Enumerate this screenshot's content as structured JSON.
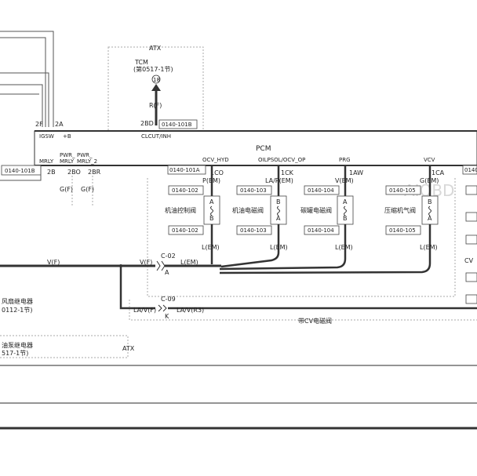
{
  "texts": {
    "atx_top": "ATX",
    "tcm": "TCM",
    "tcm_ref": "(第0517-1节)",
    "tcm_pin": "18",
    "rf": "R(F)",
    "pin_2bd": "2BD",
    "conn_tcm": "0140-101B",
    "clcut": "CLCUT/INH",
    "pin_2f": "2F",
    "pin_2a": "2A",
    "igsw": "IGSW",
    "plusb": "+B",
    "pcm": "PCM",
    "mrly": "MRLY",
    "pwr_mrly": "PWR_\nMRLY",
    "pwr_mrly2": "PWR_\nMRLY_2",
    "conn_left": "0140-101B",
    "pin_2b": "2B",
    "pin_2bo": "2BO",
    "pin_2br": "2BR",
    "gf1": "G(F)",
    "gf2": "G(F)",
    "conn_101a": "0140-101A",
    "ocv_hyd": "OCV_HYD",
    "oilpsol": "OILPSOL/OCV_OP",
    "prg": "PRG",
    "vcv": "VCV",
    "conn_right_partial": "0140",
    "pin_1co": "1CO",
    "pin_1ck": "1CK",
    "pin_1aw": "1AW",
    "pin_1ca": "1CA",
    "pem": "P(EM)",
    "lapem": "LA/P(EM)",
    "vem": "V(EM)",
    "gem": "G(EM)",
    "conn_102": "0140-102",
    "conn_103": "0140-103",
    "conn_104": "0140-104",
    "conn_105": "0140-105",
    "valve1": "机油控制阀",
    "valve2": "机油电磁阀",
    "valve3": "碳罐电磁阀",
    "valve4": "压缩机气阀",
    "pin_a": "A",
    "pin_b": "B",
    "lem": "L(EM)",
    "vf": "V(F)",
    "c02": "C-02",
    "lavf": "LA/V(F)",
    "c09": "C-09",
    "k": "K",
    "lavr3": "LA/V(R3)",
    "cv_note": "带CV电磁阀",
    "fan_relay": "风扇继电器",
    "fan_ref": "0112-1节)",
    "pump_relay": "油泵继电器",
    "pump_ref": "517-1节)",
    "atx_bottom": "ATX",
    "cv_partial": "CV",
    "watermark": "AIOBD"
  },
  "colors": {
    "wire": "#555555",
    "thick": "#333333",
    "dashed": "#aaaaaa"
  }
}
